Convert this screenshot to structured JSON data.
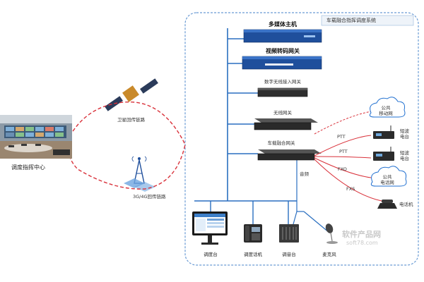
{
  "system_box": {
    "title": "车载融合指挥调度系统"
  },
  "dispatch_center": {
    "label": "调度指挥中心"
  },
  "satellite_link": {
    "label": "卫星回传链路"
  },
  "cellular_link": {
    "label": "3G/4G回传链路"
  },
  "devices": {
    "multimedia_host": {
      "label": "多媒体主机"
    },
    "video_gateway": {
      "label": "视频转码网关"
    },
    "digital_wireless_gateway": {
      "label": "数字无线接入网关"
    },
    "wireless_gateway": {
      "label": "无线网关"
    },
    "fusion_gateway": {
      "label": "车载融合网关"
    }
  },
  "connections": {
    "ptt1": "PTT",
    "ptt2": "PTT",
    "fxo": "FXO",
    "fxs": "FXS",
    "audio": "音频"
  },
  "endpoints": {
    "public_mobile": {
      "label1": "公共",
      "label2": "移动网"
    },
    "shortwave1": {
      "label1": "短波",
      "label2": "电台"
    },
    "shortwave2": {
      "label1": "短波",
      "label2": "电台"
    },
    "public_phone": {
      "label1": "公共",
      "label2": "电话网"
    },
    "telephone": {
      "label": "电话机"
    }
  },
  "terminals": {
    "console": {
      "label": "调度台"
    },
    "phone": {
      "label": "调度话机"
    },
    "mixer": {
      "label": "调音台"
    },
    "mic": {
      "label": "麦克风"
    }
  },
  "watermark": {
    "line1": "软件产品网",
    "line2": "soft78.com"
  },
  "colors": {
    "device_blue": "#1f4f9c",
    "device_dark": "#2e2e2e",
    "link_red": "#d9313a",
    "bus_blue": "#2a6fc0",
    "box_border": "#6a9bd4"
  }
}
